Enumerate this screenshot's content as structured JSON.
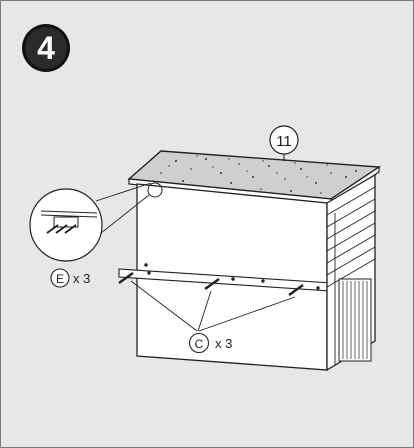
{
  "step": {
    "number": "4"
  },
  "callouts": {
    "part_lid": "11",
    "part_e": "E",
    "part_e_qty": "x 3",
    "part_c": "C",
    "part_c_qty": "x 3"
  },
  "colors": {
    "background": "#e7e7e7",
    "line": "#222222",
    "badge": "#1f1f1f"
  },
  "icons": [
    "screw-icon",
    "bolt-icon",
    "detail-magnifier"
  ]
}
